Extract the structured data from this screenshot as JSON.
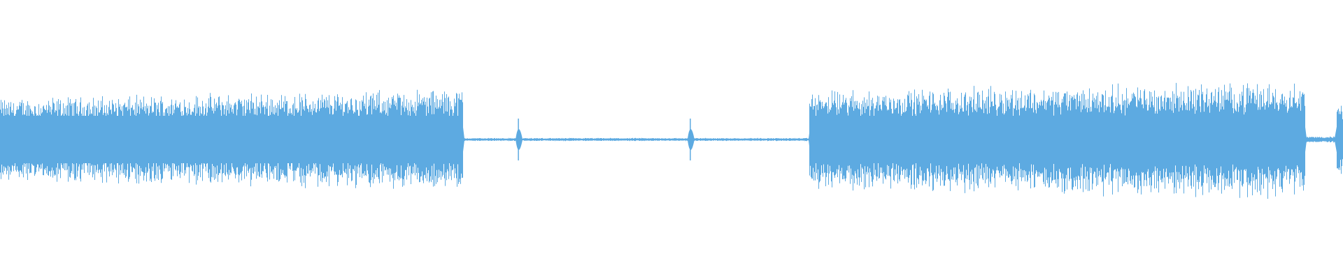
{
  "waveform": {
    "color": "#5DAAE1",
    "background": "#FFFFFF",
    "duration_fraction_segments": [
      {
        "name": "burst-1",
        "start": 0.0,
        "end": 0.3445,
        "level_start": 0.27,
        "level_end": 0.33,
        "core": 0.17
      },
      {
        "name": "silence-1",
        "start": 0.3445,
        "end": 0.6025,
        "level_start": 0.01,
        "level_end": 0.01,
        "core": 0.005
      },
      {
        "name": "burst-2",
        "start": 0.6025,
        "end": 0.9715,
        "level_start": 0.32,
        "level_end": 0.38,
        "core": 0.17
      },
      {
        "name": "silence-2",
        "start": 0.9715,
        "end": 0.995,
        "level_start": 0.02,
        "level_end": 0.02,
        "core": 0.008
      },
      {
        "name": "onset-3",
        "start": 0.995,
        "end": 1.0,
        "level_start": 0.27,
        "level_end": 0.27,
        "core": 0.12
      }
    ],
    "transients": [
      {
        "name": "click-1",
        "position": 0.386,
        "level": 0.15
      },
      {
        "name": "click-2",
        "position": 0.514,
        "level": 0.15
      }
    ]
  }
}
